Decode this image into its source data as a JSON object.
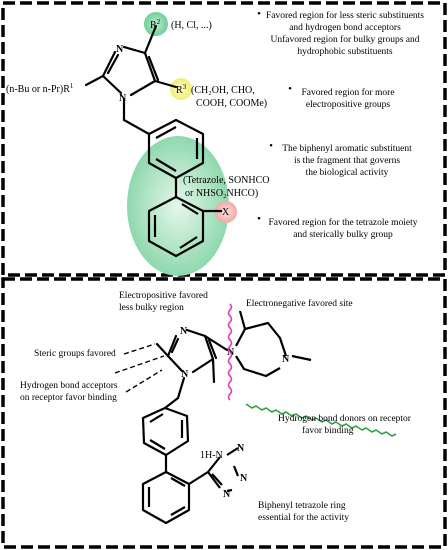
{
  "top": {
    "r2_label": "R",
    "r2_sup": "2",
    "r2_options": "(H, Cl, ...)",
    "r1_label_text": "(n-Bu or n-Pr)R",
    "r1_sup": "1",
    "r3_label": "R",
    "r3_sup": "3",
    "r3_options_line1": "(CH₂OH, CHO,",
    "r3_options_line2": "COOH, COOMe)",
    "n_top": "N",
    "n_bottom": "N",
    "x_label": "X",
    "x_options_line1": "(Tetrazole, SONHCO",
    "x_options_line2": "or NHSO₂NHCO)",
    "notes": [
      {
        "bullet": "•",
        "lines": [
          "Favored region for less steric substituents",
          "and hydrogen bond acceptors",
          "Unfavored region for bulky groups and",
          "hydrophobic substituents"
        ]
      },
      {
        "bullet": "•",
        "lines": [
          "Favored region for more",
          "electropositive groups"
        ]
      },
      {
        "bullet": "•",
        "lines": [
          "The biphenyl aromatic substituent",
          "is the fragment that governs",
          "the biological activity"
        ]
      },
      {
        "bullet": "•",
        "lines": [
          "Favored region for the tetrazole moiety",
          "and sterically bulky group"
        ]
      }
    ]
  },
  "bottom": {
    "electropositive_line1": "Electropositive favored",
    "electropositive_line2": "less bulky region",
    "electronegative": "Electronegative favored site",
    "steric": "Steric groups favored",
    "hba_line1": "Hydrogen bond acceptors",
    "hba_line2": "on receptor favor binding",
    "hbd_line1": "Hydrogen bond donors on receptor",
    "hbd_line2": "favor binding",
    "biphenyl_line1": "Biphenyl tetrazole ring",
    "biphenyl_line2": "essential for the activity",
    "n_imid_top": "N",
    "n_imid_bottom": "N",
    "n_pip_left": "N",
    "n_pip_right": "N",
    "tetrazole_nh": "1H-N",
    "tetrazole_n1": "N",
    "tetrazole_n2": "N",
    "tetrazole_n3": "N"
  },
  "colors": {
    "green_region": "#6fcf97",
    "pink_region": "#f4a6a6",
    "yellow_region": "#f3f27a",
    "magenta_wave": "#e040c0",
    "green_wave": "#2e9e44"
  }
}
